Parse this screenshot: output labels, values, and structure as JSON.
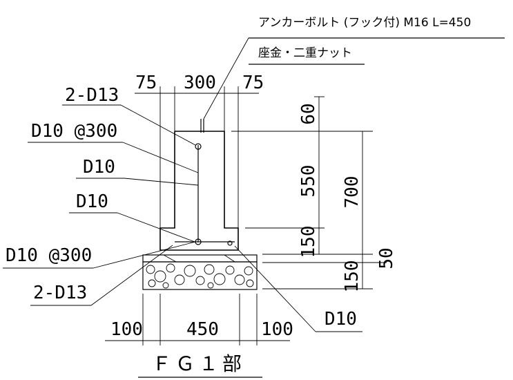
{
  "anchor_bolt_note": "アンカーボルト (フック付)  M16  L=450",
  "washer_note": "座金・二重ナット",
  "top_dims": {
    "left": "75",
    "middle": "300",
    "right": "75"
  },
  "bottom_dims": {
    "left": "100",
    "middle": "450",
    "right": "100"
  },
  "right_dims": {
    "d60": "60",
    "d550": "550",
    "d150": "150",
    "d700": "700",
    "d50": "50",
    "d150b": "150"
  },
  "rebar_labels": {
    "top_main": "2-D13",
    "stirrup": "D10 @300",
    "web_bar": "D10",
    "haunch_bar": "D10",
    "footing_bar": "D10 @300",
    "bottom_main": "2-D13",
    "bottom_right": "D10"
  },
  "title": "ＦＧ１部"
}
